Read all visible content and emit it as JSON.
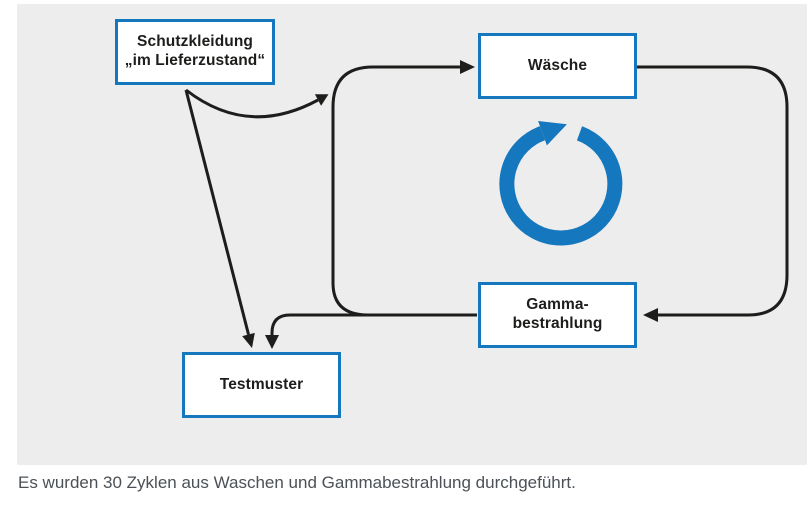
{
  "figure": {
    "nodes": {
      "schutzkleidung": {
        "line1": "Schutzkleidung",
        "line2": "„im Lieferzustand“"
      },
      "waesche": {
        "label": "Wäsche"
      },
      "gamma": {
        "line1": "Gamma-",
        "line2": "bestrahlung"
      },
      "testmuster": {
        "label": "Testmuster"
      }
    },
    "icons": [
      {
        "name": "cycle-arrow-icon",
        "meaning": "repeating cycle (clockwise circular arrow)"
      }
    ],
    "colors": {
      "accent_blue": "#1577bd",
      "line_black": "#1d1d1b",
      "panel_gray": "#ededee",
      "caption_gray": "#4b5156"
    },
    "caption": "Es wurden 30 Zyklen aus Waschen und Gammabestrahlung durchgeführt."
  }
}
